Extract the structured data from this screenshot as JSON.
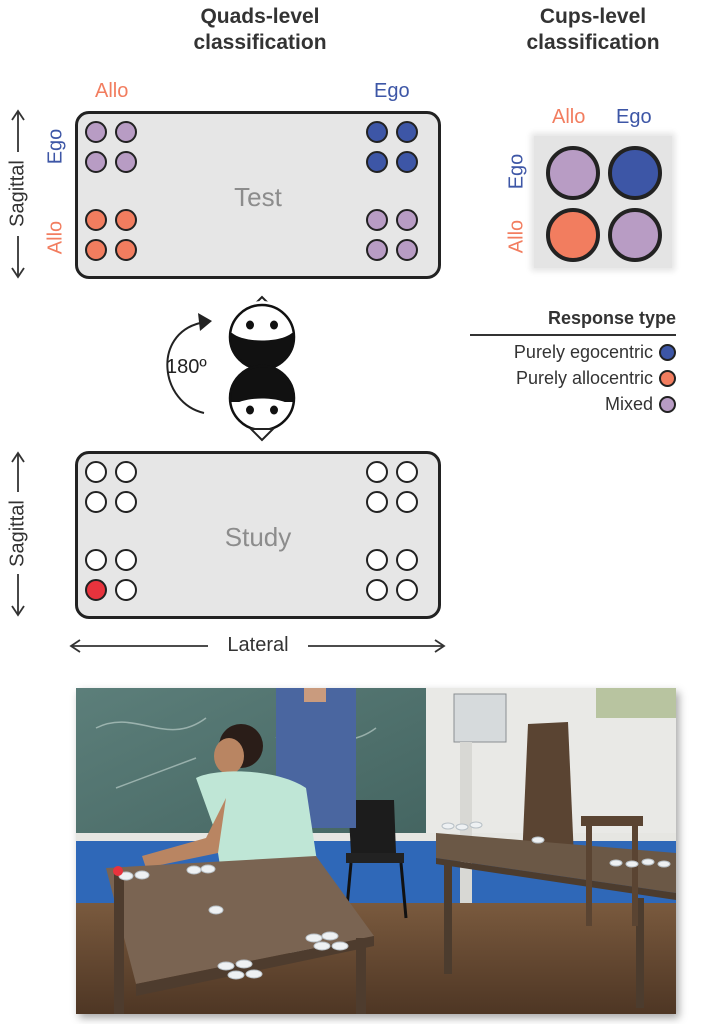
{
  "titles": {
    "quads": "Quads-level classification",
    "cups": "Cups-level classification"
  },
  "labels": {
    "allo": "Allo",
    "ego": "Ego",
    "sagittal": "Sagittal",
    "lateral": "Lateral",
    "test": "Test",
    "study": "Study",
    "rotation": "180º"
  },
  "legend": {
    "title": "Response type",
    "items": [
      {
        "label": "Purely egocentric",
        "color": "#3d56a6"
      },
      {
        "label": "Purely allocentric",
        "color": "#f27d5f"
      },
      {
        "label": "Mixed",
        "color": "#b89cc4"
      }
    ]
  },
  "colors": {
    "egocentric": "#3d56a6",
    "allocentric": "#f27d5f",
    "mixed": "#b89cc4",
    "empty": "#ffffff",
    "hidden_target": "#e8333d"
  },
  "test_quads": {
    "top_left": "mixed",
    "top_right": "egocentric",
    "bottom_left": "allocentric",
    "bottom_right": "mixed"
  },
  "study_target": {
    "quad": "bottom_left",
    "cup": "bottom_left"
  },
  "cups_grid": [
    "mixed",
    "egocentric",
    "allocentric",
    "mixed"
  ]
}
